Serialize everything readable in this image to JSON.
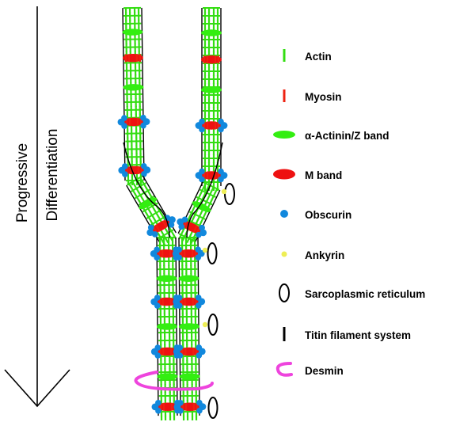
{
  "axis": {
    "line1": "Progressive",
    "line2": "Differentiation"
  },
  "legend": [
    {
      "label": "Actin",
      "symbol": "actin-green-line",
      "color": "#33dd11"
    },
    {
      "label": "Myosin",
      "symbol": "myosin-red-line",
      "color": "#ee2211"
    },
    {
      "label": "α-Actinin/Z band",
      "symbol": "green-ellipse",
      "color": "#33ee11"
    },
    {
      "label": "M band",
      "symbol": "red-ellipse",
      "color": "#ee1111"
    },
    {
      "label": "Obscurin",
      "symbol": "blue-dot",
      "color": "#1188dd"
    },
    {
      "label": "Ankyrin",
      "symbol": "yellow-dot",
      "color": "#eeee55"
    },
    {
      "label": "Sarcoplasmic reticulum",
      "symbol": "black-ring",
      "color": "#000000"
    },
    {
      "label": "Titin filament system",
      "symbol": "black-bar",
      "color": "#000000"
    },
    {
      "label": "Desmin",
      "symbol": "magenta-arc",
      "color": "#ee44dd"
    }
  ]
}
